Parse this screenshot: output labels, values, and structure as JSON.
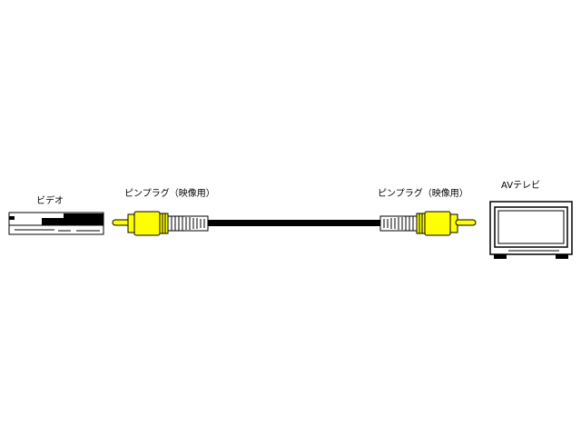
{
  "labels": {
    "video": "ビデオ",
    "plug_left": "ピンプラグ（映像用）",
    "plug_right": "ピンプラグ（映像用）",
    "tv": "AVテレビ"
  },
  "colors": {
    "plug_body": "#ffff00",
    "outline": "#000000",
    "background": "#ffffff"
  }
}
